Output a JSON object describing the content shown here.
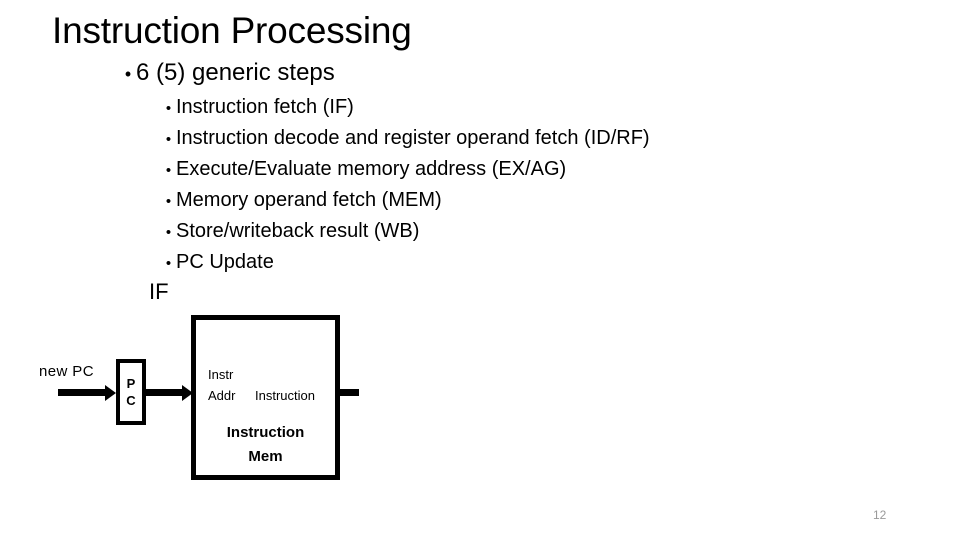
{
  "slide": {
    "title": "Instruction Processing",
    "page_number": "12",
    "background_color": "#ffffff",
    "text_color": "#000000",
    "page_number_color": "#9a9a9a"
  },
  "content": {
    "level1_bullet": {
      "marker": "•",
      "text": "6 (5) generic steps"
    },
    "level2_bullets": [
      {
        "marker": "•",
        "text": "Instruction fetch (IF)"
      },
      {
        "marker": "•",
        "text": "Instruction decode and register operand fetch (ID/RF)"
      },
      {
        "marker": "•",
        "text": "Execute/Evaluate memory address (EX/AG)"
      },
      {
        "marker": "•",
        "text": "Memory operand fetch (MEM)"
      },
      {
        "marker": "•",
        "text": "Store/writeback result (WB)"
      },
      {
        "marker": "•",
        "text": "PC Update"
      }
    ]
  },
  "diagram": {
    "stage_label": "IF",
    "input_label": "new PC",
    "pc_register": {
      "line1": "P",
      "line2": "C"
    },
    "instruction_memory": {
      "port_in_line1": "Instr",
      "port_in_line2": "Addr",
      "port_out": "Instruction",
      "name_line1": "Instruction",
      "name_line2": "Mem"
    }
  }
}
